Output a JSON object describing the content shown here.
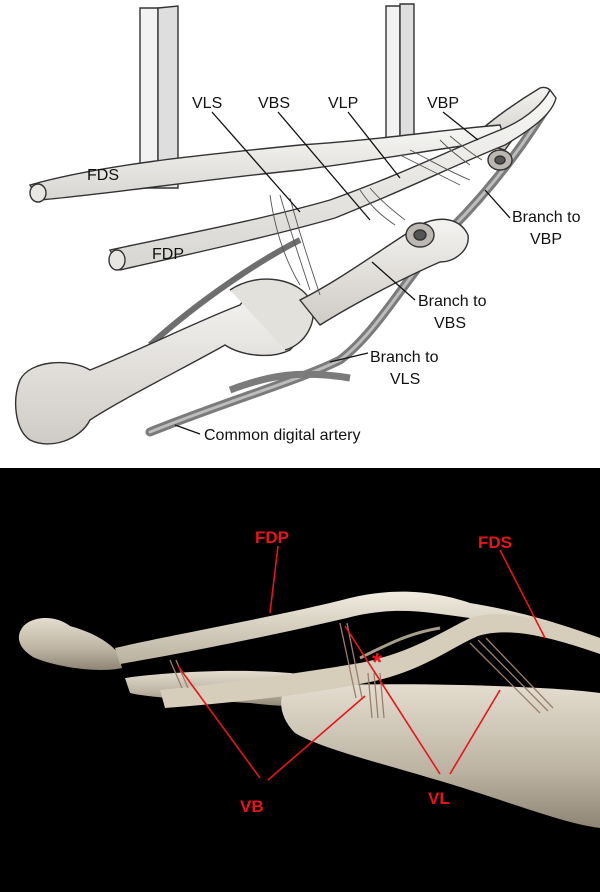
{
  "top_illustration": {
    "labels": {
      "fds": "FDS",
      "fdp": "FDP",
      "vls": "VLS",
      "vbs": "VBS",
      "vlp": "VLP",
      "vbp": "VBP",
      "branch_vbp_1": "Branch to",
      "branch_vbp_2": "VBP",
      "branch_vbs_1": "Branch to",
      "branch_vbs_2": "VBS",
      "branch_vls_1": "Branch to",
      "branch_vls_2": "VLS",
      "artery": "Common digital artery"
    },
    "colors": {
      "background": "#ffffff",
      "label": "#111111",
      "bone": "#e9e7e3",
      "line": "#222222"
    }
  },
  "bottom_render": {
    "labels": {
      "fdp": "FDP",
      "fds": "FDS",
      "vb": "VB",
      "vl": "VL",
      "star": "*"
    },
    "colors": {
      "background": "#000000",
      "label": "#e8141b",
      "bone": "#cfc8b8"
    }
  }
}
